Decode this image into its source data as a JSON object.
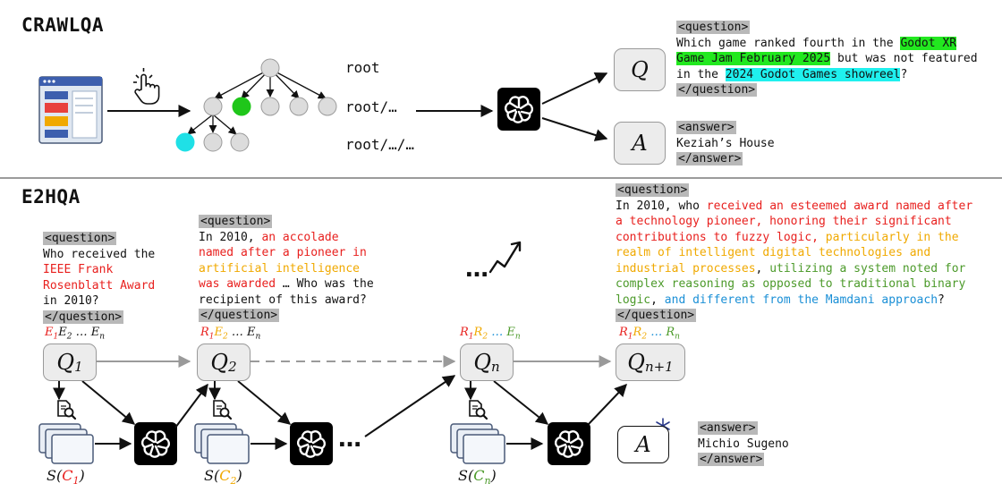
{
  "crawlqa": {
    "title": "CRAWLQA",
    "tree_labels": [
      "root",
      "root/…",
      "root/…/…"
    ],
    "q_symbol": "Q",
    "a_symbol": "A",
    "question": {
      "open_tag": "<question>",
      "l1": "Which game ranked fourth in the ",
      "hl1": "Godot XR",
      "hl2": "Game Jam February 2025",
      "l2b": " but was not featured",
      "l3a": "in the ",
      "hl3": "2024 Godot Games showreel",
      "l3b": "?",
      "close_tag": "</question>"
    },
    "answer": {
      "open_tag": "<answer>",
      "text": "Keziah’s House",
      "close_tag": "</answer>"
    }
  },
  "e2hqa": {
    "title": "E2HQA",
    "q1": {
      "open_tag": "<question>",
      "line1": "Who received the",
      "red1": "IEEE Frank",
      "red2": "Rosenblatt Award",
      "line4": "in 2010?",
      "close_tag": "</question>"
    },
    "q2": {
      "open_tag": "<question>",
      "l1": "In 2010, ",
      "l1red": "an accolade",
      "l2red": "named after a pioneer in",
      "l3orange": "artificial intelligence",
      "l4red": "was awarded",
      "l4rest": " … Who was the",
      "l5": "recipient of this award?",
      "close_tag": "</question>"
    },
    "qn1": {
      "open_tag": "<question>",
      "l1a": "In 2010, who ",
      "l1red": "received an esteemed award named after",
      "l2red": "a technology pioneer, honoring their significant",
      "l3red": "contributions to fuzzy logic,",
      "l3orange": " particularly in the",
      "l4orange": "realm of intelligent digital technologies and",
      "l5orange": "industrial processes",
      "l5a": ", ",
      "l5green": "utilizing a system noted for",
      "l6green": "complex reasoning as opposed to traditional binary",
      "l7green": "logic",
      "l7a": ", ",
      "l7blue": "and different from the Mamdani approach",
      "l7b": "?",
      "close_tag": "</question>"
    },
    "answer": {
      "open_tag": "<answer>",
      "text": "Michio Sugeno",
      "close_tag": "</answer>"
    },
    "nodes": {
      "q1": {
        "main": "Q",
        "sub": "1"
      },
      "q2": {
        "main": "Q",
        "sub": "2"
      },
      "qn": {
        "main": "Q",
        "sub": "n"
      },
      "qn1": {
        "main": "Q",
        "sub": "n+1"
      },
      "a": "A"
    },
    "ellipsis_mid": "…",
    "ellipsis_right": "…",
    "mid_dots": "…",
    "seq_e": {
      "e1": "E",
      "s1": "1",
      "e2": "E",
      "s2": "2",
      "dots": " … ",
      "en": "E",
      "sn": "n"
    },
    "seq_2": {
      "r1": "R",
      "s1": "1",
      "e2": "E",
      "s2": "2",
      "dots": " … ",
      "en": "E",
      "sn": "n"
    },
    "seq_n": {
      "r1": "R",
      "s1": "1",
      "r2": "R",
      "s2": "2",
      "dots": " … ",
      "en": "E",
      "sn": "n"
    },
    "seq_n1": {
      "r1": "R",
      "s1": "1",
      "r2": "R",
      "s2": "2",
      "dots": " … ",
      "rn": "R",
      "sn": "n"
    },
    "s_labels": [
      {
        "pre": "S(",
        "c": "C",
        "sub": "1",
        "post": ")"
      },
      {
        "pre": "S(",
        "c": "C",
        "sub": "2",
        "post": ")"
      },
      {
        "pre": "S(",
        "c": "C",
        "sub": "n",
        "post": ")"
      }
    ]
  },
  "colors": {
    "red": "#e8201e",
    "orange": "#f0a900",
    "green": "#4c9a2a",
    "blue": "#1a8fd6",
    "highlight_green": "#22e81f",
    "highlight_cyan": "#1ff0ee",
    "tag_gray": "#b8b8b8"
  },
  "icons": [
    "webpage-icon",
    "click-hand-icon",
    "openai-logo-icon",
    "search-document-icon",
    "documents-stack-icon",
    "snowflake-icon",
    "trend-up-icon"
  ]
}
